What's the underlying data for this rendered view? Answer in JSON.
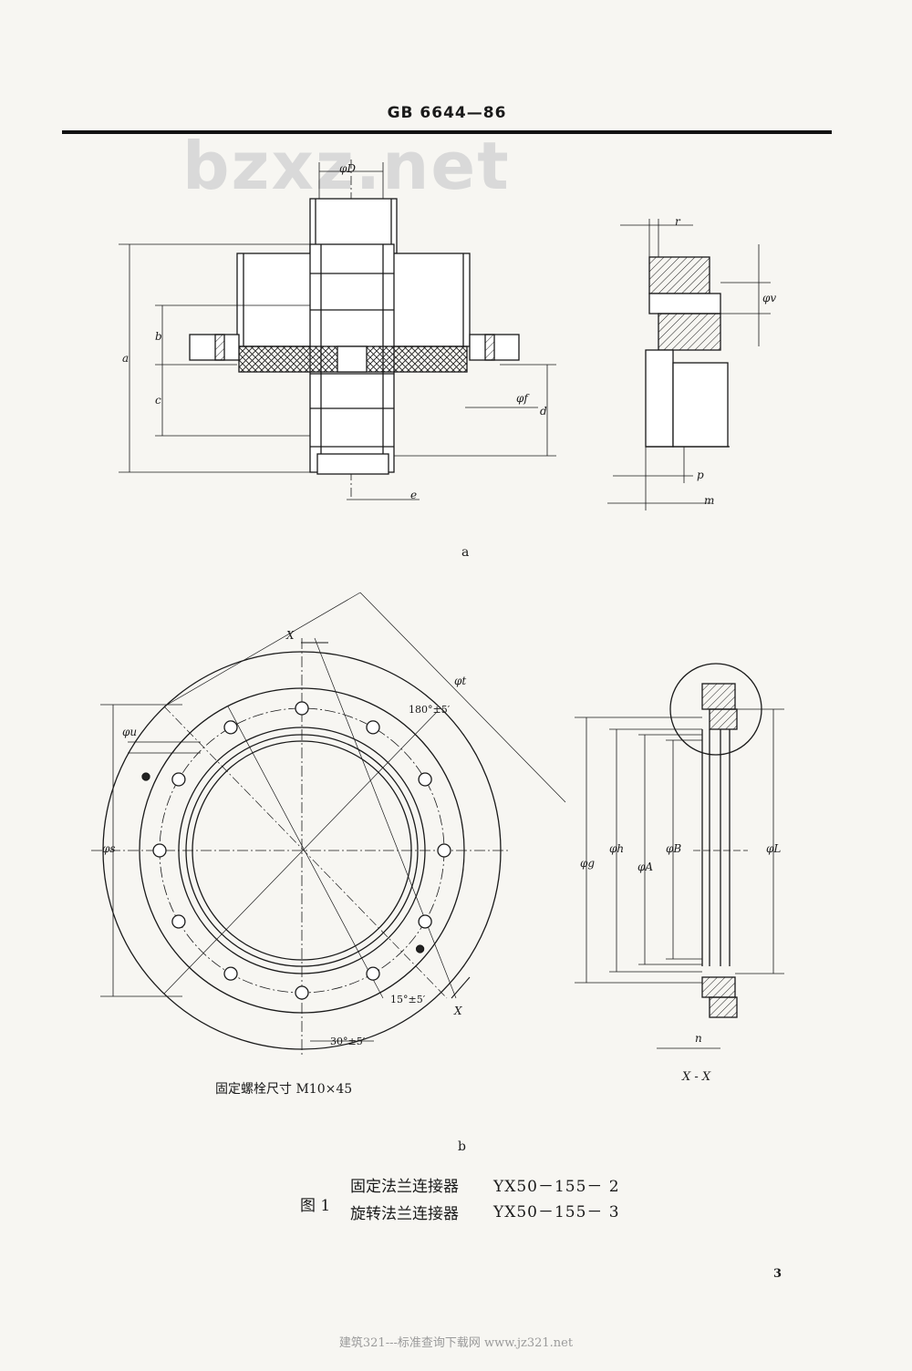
{
  "header": {
    "code": "GB 6644—86"
  },
  "watermark": "bzxz.net",
  "figure_a": {
    "label": "a",
    "dims": {
      "D": "φD",
      "a": "a",
      "b": "b",
      "c": "c",
      "d": "d",
      "e": "e",
      "f": "φf",
      "r": "r",
      "v": "φv",
      "p": "p",
      "m": "m"
    }
  },
  "figure_b": {
    "label": "b",
    "dims": {
      "X1": "X",
      "X2": "X",
      "t": "φt",
      "u": "φu",
      "s": "φs",
      "g": "φg",
      "h": "φh",
      "A": "φA",
      "B": "φB",
      "L": "φL",
      "n": "n"
    },
    "angle_180": "180°±5′",
    "angle_15": "15°±5′",
    "angle_30": "30°±5′",
    "bolt_note": "固定螺栓尺寸   M10×45",
    "section_label": "X - X"
  },
  "caption": {
    "fig": "图 1",
    "line1_name": "固定法兰连接器",
    "line1_model": "YX50－155－ 2",
    "line2_name": "旋转法兰连接器",
    "line2_model": "YX50－155－ 3"
  },
  "page_number": "3",
  "footer": "建筑321---标准查询下载网      www.jz321.net"
}
